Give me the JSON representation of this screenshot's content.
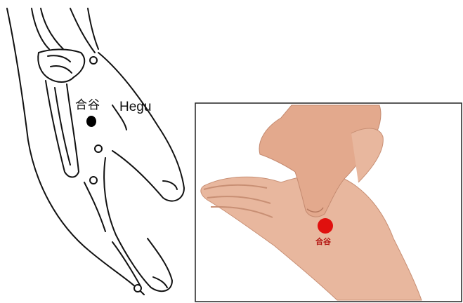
{
  "drawing": {
    "point_label_cn": "合谷",
    "point_label_en": "Hegu"
  },
  "photo": {
    "point_label_cn": "合谷"
  },
  "colors": {
    "line": "#111111",
    "marker_photo": "#e0100e",
    "photo_bg": "#ffffff",
    "skin": "#e8b79e",
    "skin_shade": "#d59a7e"
  }
}
